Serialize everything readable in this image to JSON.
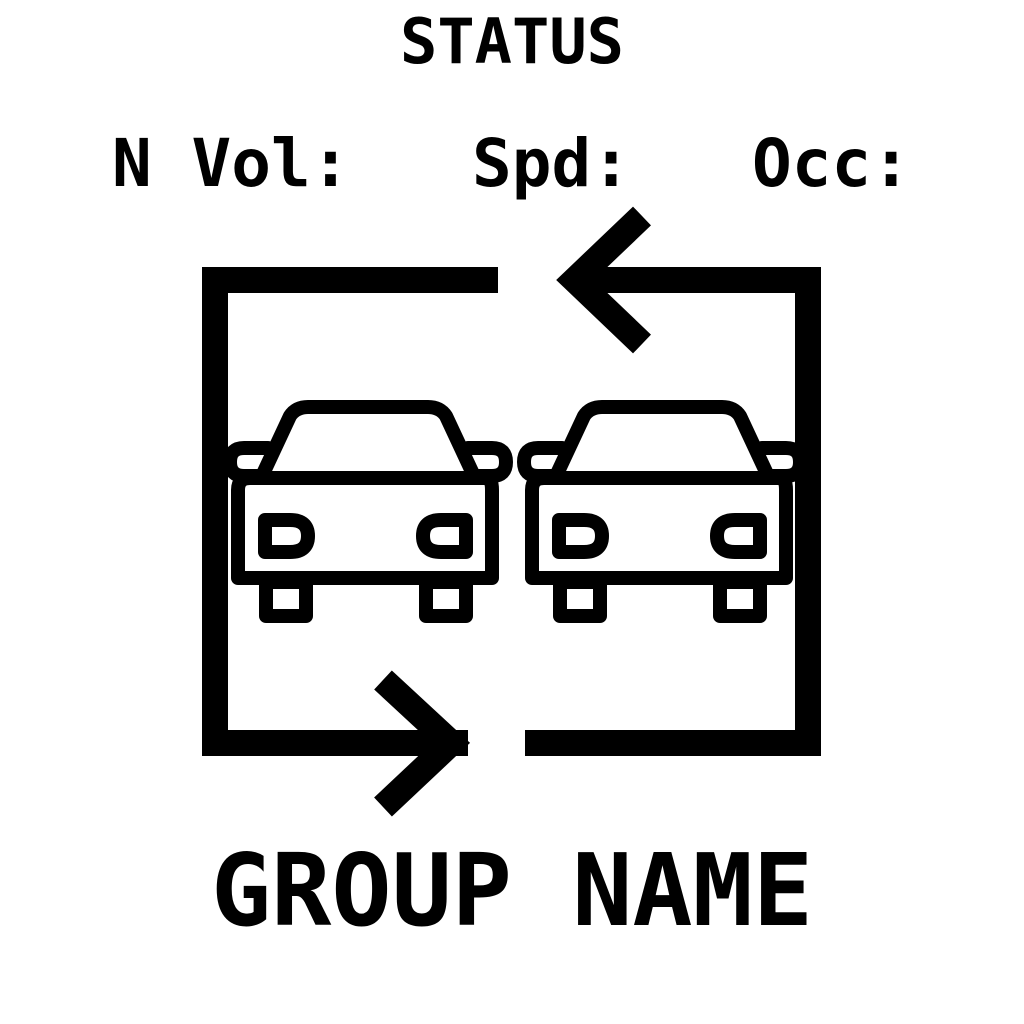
{
  "status": {
    "title": "STATUS"
  },
  "metrics": {
    "volume_label": "N Vol:",
    "speed_label": "Spd:",
    "occupancy_label": "Occ:"
  },
  "graphic": {
    "icon": "two-cars-loop-icon",
    "stroke_color": "#000000"
  },
  "group": {
    "name": "GROUP NAME"
  }
}
